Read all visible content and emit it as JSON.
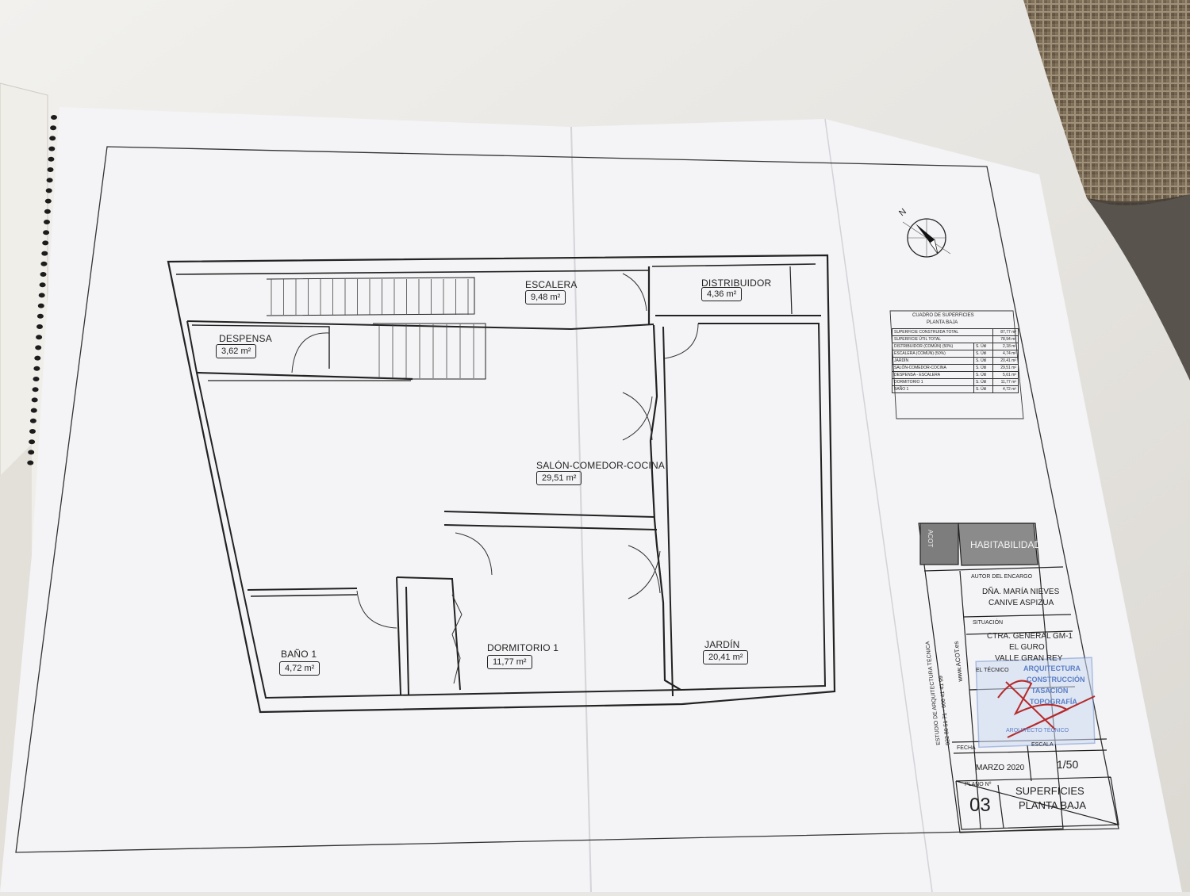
{
  "rooms": {
    "escalera": {
      "name": "ESCALERA",
      "area": "9,48 m²"
    },
    "distribuidor": {
      "name": "DISTRIBUIDOR",
      "area": "4,36 m²"
    },
    "despensa": {
      "name": "DESPENSA",
      "area": "3,62 m²"
    },
    "salon": {
      "name": "SALÓN-COMEDOR-COCINA",
      "area": "29,51 m²"
    },
    "bano": {
      "name": "BAÑO 1",
      "area": "4,72 m²"
    },
    "dormitorio": {
      "name": "DORMITORIO 1",
      "area": "11,77 m²"
    },
    "jardin": {
      "name": "JARDÍN",
      "area": "20,41 m²"
    }
  },
  "compass": {
    "label": "N"
  },
  "surface_table": {
    "title": "CUADRO DE SUPERFICIES",
    "subtitle": "PLANTA BAJA",
    "totals": [
      {
        "label": "SUPERFICIE CONSTRUIDA TOTAL",
        "value": "87,77 m²"
      },
      {
        "label": "SUPERFICIE ÚTIL TOTAL",
        "value": "78,94 m²"
      }
    ],
    "rows": [
      {
        "label": "DISTRIBUIDOR (COMÚN) (50%)",
        "type": "S. Útil",
        "value": "2,18 m²"
      },
      {
        "label": "ESCALERA (COMÚN) (50%)",
        "type": "S. Útil",
        "value": "4,74 m²"
      },
      {
        "label": "JARDÍN",
        "type": "S. Útil",
        "value": "20,41 m²"
      },
      {
        "label": "SALÓN-COMEDOR-COCINA",
        "type": "S. Útil",
        "value": "29,51 m²"
      },
      {
        "label": "DESPENSA - ESCALERA",
        "type": "S. Útil",
        "value": "5,61 m²"
      },
      {
        "label": "DORMITORIO 1",
        "type": "S. Útil",
        "value": "11,77 m²"
      },
      {
        "label": "BAÑO 1",
        "type": "S. Útil",
        "value": "4,72 m²"
      }
    ]
  },
  "title_block": {
    "logo_letters": "ACOT",
    "project_type": "HABITABILIDAD",
    "author_label": "AUTOR DEL ENCARGO",
    "author_line1": "DÑA. MARÍA NIEVES",
    "author_line2": "CANIVE ASPIZUA",
    "situation_label": "SITUACIÓN",
    "situation_line1": "CTRA. GENERAL GM-1",
    "situation_line2": "EL GURO",
    "situation_line3": "VALLE GRAN REY",
    "tech_label": "EL TÉCNICO",
    "website": "www.ACOT.es",
    "studio_line1": "ESTUDIO DE ARQUITECTURA TÉCNICA",
    "studio_line2": "922 80 51 71 · 606 41 41 99",
    "date_label": "FECHA",
    "date": "MARZO 2020",
    "scale_label": "ESCALA",
    "scale": "1/50",
    "plan_label": "PLANO Nº",
    "plan_number": "03",
    "plan_title_line1": "SUPERFICIES",
    "plan_title_line2": "PLANTA BAJA"
  },
  "stamp": {
    "line1": "ARQUITECTURA",
    "line2": "CONSTRUCCIÓN",
    "line3": "TASACIÓN",
    "line4": "TOPOGRAFÍA",
    "line5": "ARQUITECTO TÉCNICO"
  },
  "colors": {
    "paper": "#f4f4f6",
    "line": "#222222",
    "table_surface": "#eceae6",
    "stamp_blue": "#6c8fd0",
    "signature_red": "#b52a2a",
    "title_block_gray": "#7d7d7d"
  }
}
